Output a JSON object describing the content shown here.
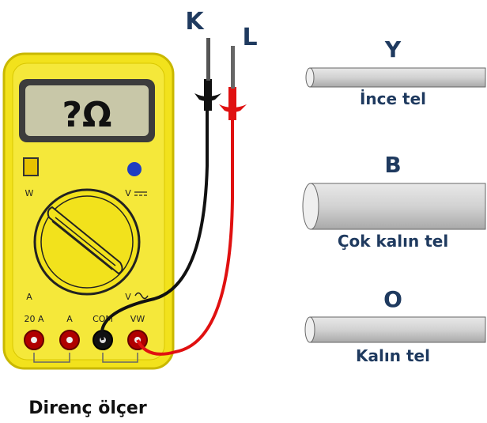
{
  "meter": {
    "display": "?Ω",
    "caption": "Direnç ölçer",
    "labels": {
      "w": "W",
      "v_dc": "V",
      "a": "A",
      "v_ac": "V",
      "jack_20a": "20 A",
      "jack_a": "A",
      "jack_com": "COM",
      "jack_vw": "VW"
    }
  },
  "probes": {
    "k": "K",
    "l": "L"
  },
  "wires": [
    {
      "letter": "Y",
      "caption": "İnce tel"
    },
    {
      "letter": "B",
      "caption": "Çok kalın tel"
    },
    {
      "letter": "O",
      "caption": "Kalın tel"
    }
  ],
  "colors": {
    "meter_body": "#f2e21c",
    "meter_border": "#c9b800",
    "probe_black": "#111111",
    "probe_red": "#e01010",
    "text": "#1f3a5f"
  }
}
